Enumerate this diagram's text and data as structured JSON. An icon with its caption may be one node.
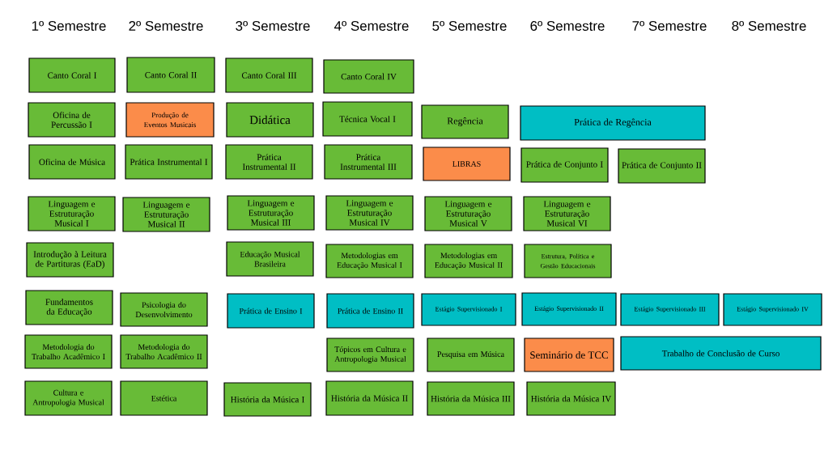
{
  "diagram": {
    "nodes": [
      {
        "text": [
          "Canto Coral I"
        ]
      },
      {
        "text": [
          "Canto Coral II"
        ]
      },
      {
        "text": [
          "Canto Coral III"
        ]
      },
      {
        "text": [
          "Canto Coral IV"
        ]
      },
      {
        "text": [
          "Oficina de Percussão I"
        ]
      },
      {
        "text": [
          "Produção de Eventos Musicais"
        ]
      },
      {
        "text": [
          "Didática"
        ]
      },
      {
        "text": [
          "Técnica Vocal I"
        ]
      },
      {
        "text": [
          "Regência"
        ]
      },
      {
        "text": [
          "Prática de Regência"
        ]
      },
      {
        "text": [
          "Oficina de Música"
        ]
      },
      {
        "text": [
          "Prática Instrumental I"
        ]
      },
      {
        "text": [
          "Prática Instrumental II"
        ]
      },
      {
        "text": [
          "Prática Instrumental III"
        ]
      },
      {
        "text": [
          "LIBRAS"
        ]
      },
      {
        "text": [
          "Prática de Conjunto I"
        ]
      },
      {
        "text": [
          "Prática de Conjunto II"
        ]
      },
      {
        "text": [
          "Linguagem e Estruturação Musical I"
        ]
      },
      {
        "text": [
          "Linguagem e Estruturação Musical II"
        ]
      },
      {
        "text": [
          "Linguagem e Estruturação Musical III"
        ]
      },
      {
        "text": [
          "Linguagem e Estruturação Musical IV"
        ]
      },
      {
        "text": [
          "Linguagem e Estruturação Musical V"
        ]
      },
      {
        "text": [
          "Linguagem e Estruturação Musical VI"
        ]
      },
      {
        "text": [
          "Introdução à Leitura de Partituras (EaD)"
        ]
      },
      {
        "text": [
          "Educação Musical Brasileira"
        ]
      },
      {
        "text": [
          "Metodologias em Educação Musical I"
        ]
      },
      {
        "text": [
          "Metodologias em Educação Musical II"
        ]
      },
      {
        "text": [
          "Estrutura, Política e Gestão Educacionais"
        ]
      },
      {
        "text": [
          "Fundamentos da Educação"
        ]
      },
      {
        "text": [
          "Psicologia do Desenvolvimento"
        ]
      },
      {
        "text": [
          "Prática de Ensino I"
        ]
      },
      {
        "text": [
          "Prática de Ensino II"
        ]
      },
      {
        "text": [
          "Estágio Supervisionado I"
        ]
      },
      {
        "text": [
          "Estágio Supervisionado II"
        ]
      },
      {
        "text": [
          "Estágio Supervisionado III"
        ]
      },
      {
        "text": [
          "Estágio Supervisionado IV"
        ]
      },
      {
        "text": [
          "Metodologia do Trabalho Acadêmico I"
        ]
      },
      {
        "text": [
          "Metodologia do Trabalho Acadêmico II"
        ]
      },
      {
        "text": [
          "Tópicos em Cultura e Antropologia Musical"
        ]
      },
      {
        "text": [
          "Pesquisa em Música"
        ]
      },
      {
        "text": [
          "Seminário de TCC"
        ]
      },
      {
        "text": [
          "Trabalho de Conclusão de Curso"
        ]
      },
      {
        "text": [
          "Cultura e Antropologia Musical"
        ]
      },
      {
        "text": [
          "Estética"
        ]
      },
      {
        "text": [
          "História da Música I"
        ]
      },
      {
        "text": [
          "História da Música II"
        ]
      },
      {
        "text": [
          "História da Música III"
        ]
      },
      {
        "text": [
          "História da Música IV"
        ]
      }
    ],
    "labels": [
      "1º Semestre",
      "2º Semestre",
      "3º Semestre",
      "4º Semestre",
      "5º Semestre",
      "6º Semestre",
      "7º Semestre",
      "8º Semestre"
    ]
  }
}
